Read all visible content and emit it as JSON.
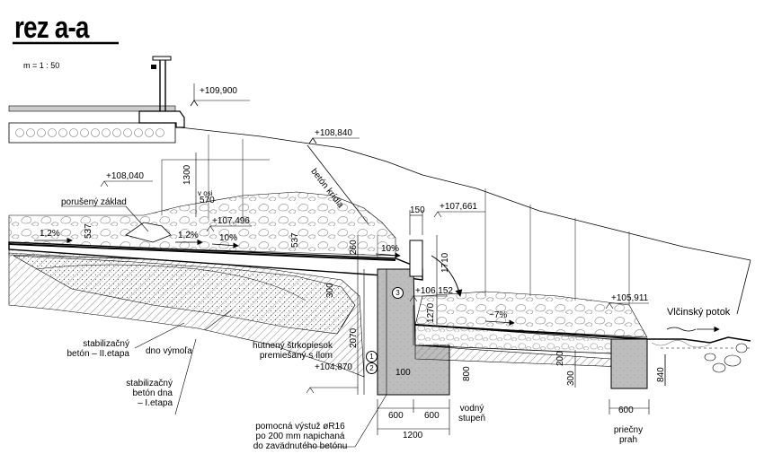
{
  "title": "rez a-a",
  "scale": "m = 1 : 50",
  "levels": {
    "l109900": "+109,900",
    "l108840": "+108,840",
    "l108040": "+108,040",
    "l107496": "+107,496",
    "l107661": "+107,661",
    "l106152": "+106,152",
    "l105911": "+105,911",
    "l104870": "+104,870"
  },
  "labels": {
    "beton_krdla": "betón krídla",
    "poruseny_zaklad": "porušený základ",
    "v_osi": "v osi",
    "stab_beton_2": [
      "stabilizačný",
      "betón – II.etapa"
    ],
    "dno_vymola": "dno výmoľa",
    "hutneny": [
      "hutnený štrkopiesok",
      "premiešaný s ílom"
    ],
    "stab_dno_1": [
      "stabilizačný",
      "betón dna",
      "– I.etapa"
    ],
    "vyztuz": [
      "pomocná výstuž øR16",
      "po 200 mm napichaná",
      "do zavädnutého betónu"
    ],
    "vodny_stupen": [
      "vodný",
      "stupeň"
    ],
    "priecny_prah": [
      "priečny",
      "prah"
    ],
    "potok": "Vlčinský potok"
  },
  "slopes": {
    "s1": "1,2%",
    "s2": "1,2%",
    "s3": "10%",
    "s4": "10%",
    "s5": "~7%"
  },
  "dims": {
    "d1300": "1300",
    "d570": "570",
    "d537a": "537",
    "d537b": "537",
    "d260": "260",
    "d150": "150",
    "d1710": "1710",
    "d300a": "300",
    "d2070": "2070",
    "d1270": "1270",
    "d100": "100",
    "d800": "800",
    "d600a": "600",
    "d600b": "600",
    "d1200": "1200",
    "d200": "200",
    "d300b": "300",
    "d840": "840",
    "d600c": "600"
  },
  "markers": {
    "m1": "1",
    "m2": "2",
    "m3": "3"
  }
}
